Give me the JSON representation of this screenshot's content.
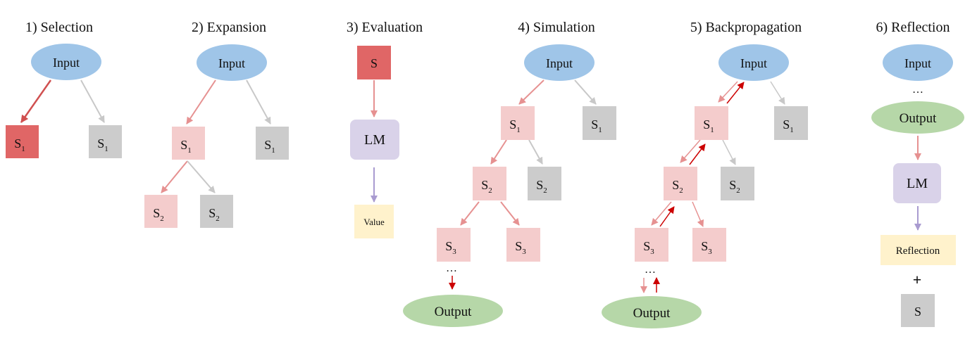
{
  "colors": {
    "input_blue": "#9fc5e8",
    "selected_red": "#e06666",
    "path_pink": "#f4cccc",
    "unexplored_gray": "#cccccc",
    "lm_purple": "#d9d2e9",
    "value_yellow": "#fff2cc",
    "output_green": "#b6d7a8",
    "arrow_pink": "#e69191",
    "arrow_red": "#cc0000",
    "arrow_gray": "#c8c8c8",
    "arrow_purple": "#a99bd0"
  },
  "panels": [
    {
      "key": "selection",
      "title": "1) Selection",
      "nodes": [
        {
          "key": "input",
          "label": "Input"
        },
        {
          "key": "s1_selected",
          "label": "S",
          "sub": "1"
        },
        {
          "key": "s1_other",
          "label": "S",
          "sub": "1"
        }
      ]
    },
    {
      "key": "expansion",
      "title": "2) Expansion",
      "nodes": [
        {
          "key": "input",
          "label": "Input"
        },
        {
          "key": "s1_path",
          "label": "S",
          "sub": "1"
        },
        {
          "key": "s1_other",
          "label": "S",
          "sub": "1"
        },
        {
          "key": "s2_new",
          "label": "S",
          "sub": "2"
        },
        {
          "key": "s2_other",
          "label": "S",
          "sub": "2"
        }
      ]
    },
    {
      "key": "evaluation",
      "title": "3) Evaluation",
      "nodes": [
        {
          "key": "s",
          "label": "S"
        },
        {
          "key": "lm",
          "label": "LM"
        },
        {
          "key": "value",
          "label": "Value"
        }
      ]
    },
    {
      "key": "simulation",
      "title": "4) Simulation",
      "nodes": [
        {
          "key": "input",
          "label": "Input"
        },
        {
          "key": "s1_path",
          "label": "S",
          "sub": "1"
        },
        {
          "key": "s1_other",
          "label": "S",
          "sub": "1"
        },
        {
          "key": "s2_path",
          "label": "S",
          "sub": "2"
        },
        {
          "key": "s2_other",
          "label": "S",
          "sub": "2"
        },
        {
          "key": "s3_path",
          "label": "S",
          "sub": "3"
        },
        {
          "key": "s3_other",
          "label": "S",
          "sub": "3"
        },
        {
          "key": "ellipsis",
          "label": "…"
        },
        {
          "key": "output",
          "label": "Output"
        }
      ]
    },
    {
      "key": "backpropagation",
      "title": "5) Backpropagation",
      "nodes": [
        {
          "key": "input",
          "label": "Input"
        },
        {
          "key": "s1_path",
          "label": "S",
          "sub": "1"
        },
        {
          "key": "s1_other",
          "label": "S",
          "sub": "1"
        },
        {
          "key": "s2_path",
          "label": "S",
          "sub": "2"
        },
        {
          "key": "s2_other",
          "label": "S",
          "sub": "2"
        },
        {
          "key": "s3_path",
          "label": "S",
          "sub": "3"
        },
        {
          "key": "s3_other",
          "label": "S",
          "sub": "3"
        },
        {
          "key": "ellipsis",
          "label": "…"
        },
        {
          "key": "output",
          "label": "Output"
        }
      ]
    },
    {
      "key": "reflection",
      "title": "6) Reflection",
      "nodes": [
        {
          "key": "input",
          "label": "Input"
        },
        {
          "key": "ellipsis",
          "label": "…"
        },
        {
          "key": "output",
          "label": "Output"
        },
        {
          "key": "lm",
          "label": "LM"
        },
        {
          "key": "reflection",
          "label": "Reflection"
        },
        {
          "key": "plus",
          "label": "+"
        },
        {
          "key": "s",
          "label": "S"
        }
      ]
    }
  ]
}
